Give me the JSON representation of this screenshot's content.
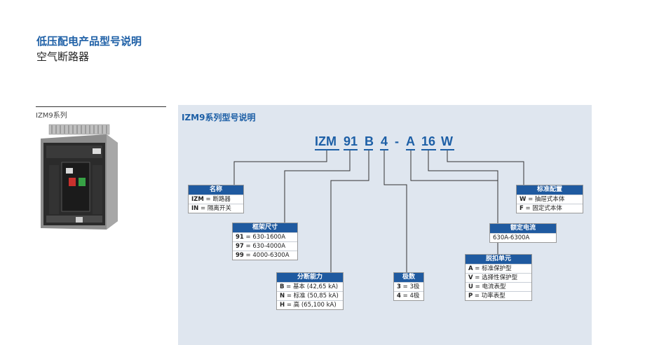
{
  "header": {
    "title": "低压配电产品型号说明",
    "subtitle": "空气断路器"
  },
  "left": {
    "series_label": "IZM9系列"
  },
  "panel": {
    "title": "IZM9系列型号说明",
    "code_parts": [
      "IZM",
      "91",
      "B",
      "4",
      "-",
      "A",
      "16",
      "W"
    ]
  },
  "boxes": {
    "name": {
      "header": "名称",
      "rows": [
        {
          "key": "IZM",
          "sep": " = ",
          "val": "断路器"
        },
        {
          "key": "IN",
          "sep": " = ",
          "val": "隔离开关"
        }
      ]
    },
    "frame": {
      "header": "框架尺寸",
      "rows": [
        {
          "key": "91",
          "sep": " = ",
          "val": "630-1600A"
        },
        {
          "key": "97",
          "sep": " = ",
          "val": "630-4000A"
        },
        {
          "key": "99",
          "sep": " = ",
          "val": "4000-6300A"
        }
      ]
    },
    "breaking": {
      "header": "分断能力",
      "rows": [
        {
          "key": "B",
          "sep": " = ",
          "val": "基本 (42,65 kA)"
        },
        {
          "key": "N",
          "sep": " = ",
          "val": "标准 (50,85 kA)"
        },
        {
          "key": "H",
          "sep": " = ",
          "val": "高 (65,100 kA)"
        }
      ]
    },
    "poles": {
      "header": "极数",
      "rows": [
        {
          "key": "3",
          "sep": " = ",
          "val": "3极"
        },
        {
          "key": "4",
          "sep": " = ",
          "val": "4极"
        }
      ]
    },
    "trip": {
      "header": "脱扣单元",
      "rows": [
        {
          "key": "A",
          "sep": " = ",
          "val": "标准保护型"
        },
        {
          "key": "V",
          "sep": " = ",
          "val": "选择性保护型"
        },
        {
          "key": "U",
          "sep": " = ",
          "val": "电流表型"
        },
        {
          "key": "P",
          "sep": " = ",
          "val": "功率表型"
        }
      ]
    },
    "rated": {
      "header": "额定电流",
      "rows": [
        {
          "key": "",
          "sep": "",
          "val": "630A-6300A"
        }
      ]
    },
    "config": {
      "header": "标准配置",
      "rows": [
        {
          "key": "W",
          "sep": " = ",
          "val": "抽屉式本体"
        },
        {
          "key": "F",
          "sep": " = ",
          "val": "固定式本体"
        }
      ]
    }
  },
  "colors": {
    "accent": "#1d5fa6",
    "header_bg": "#1f5aa0",
    "panel_bg": "#dfe6ef"
  }
}
